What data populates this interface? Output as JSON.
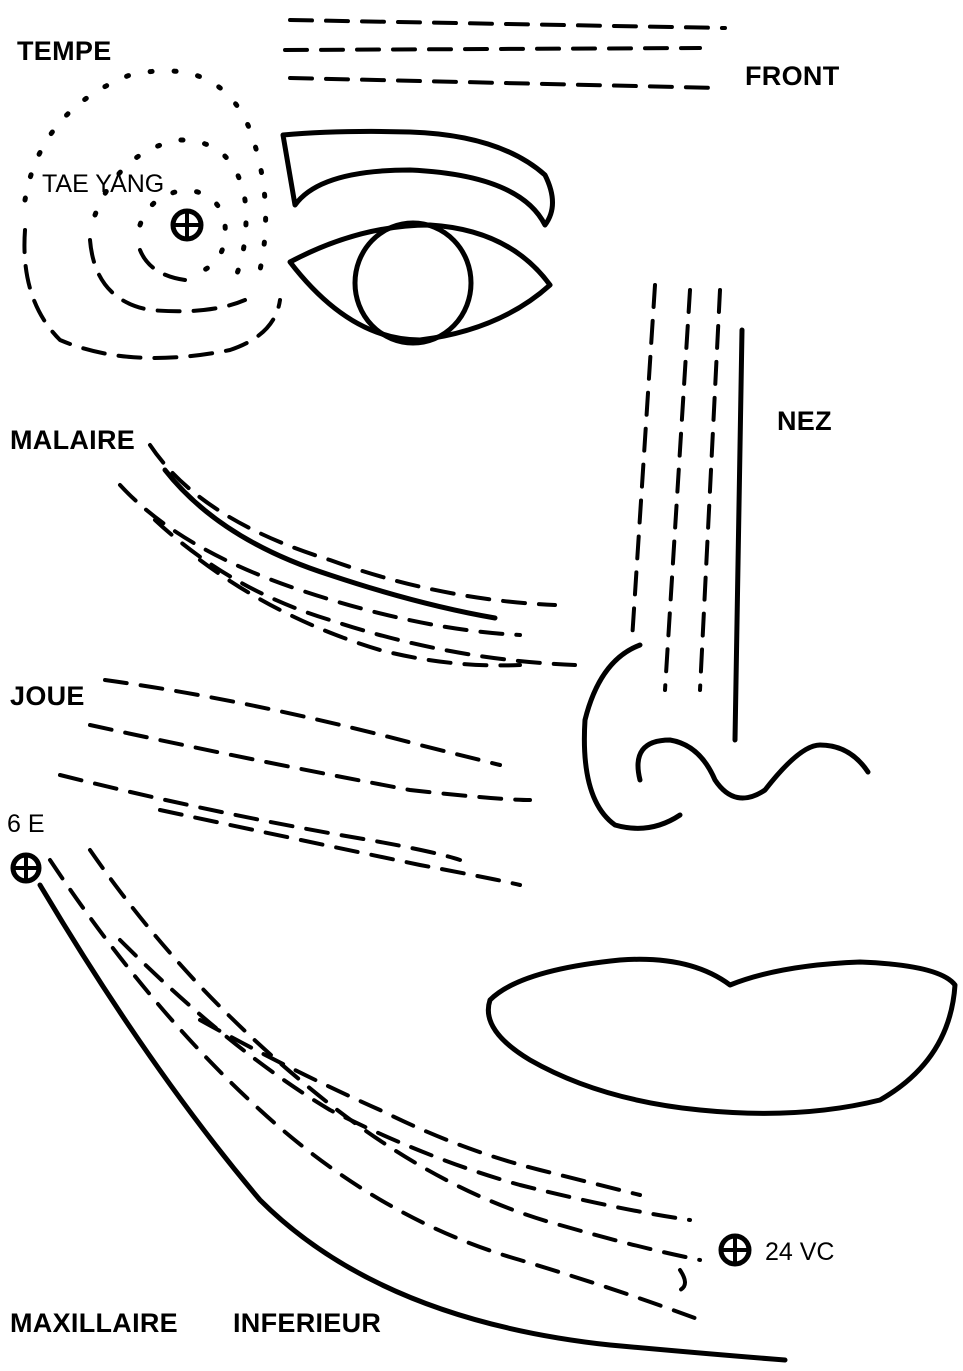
{
  "labels": {
    "tempe": "TEMPE",
    "front": "FRONT",
    "tae_yang": "TAE YANG",
    "malaire": "MALAIRE",
    "nez": "NEZ",
    "joue": "JOUE",
    "six_e": "6 E",
    "twenty_four_vc": "24 VC",
    "maxillaire": "MAXILLAIRE",
    "inferieur": "INFERIEUR"
  },
  "colors": {
    "ink": "#000000",
    "background": "#ffffff"
  },
  "icons": {
    "acupoint": "crossed-circle-icon"
  }
}
